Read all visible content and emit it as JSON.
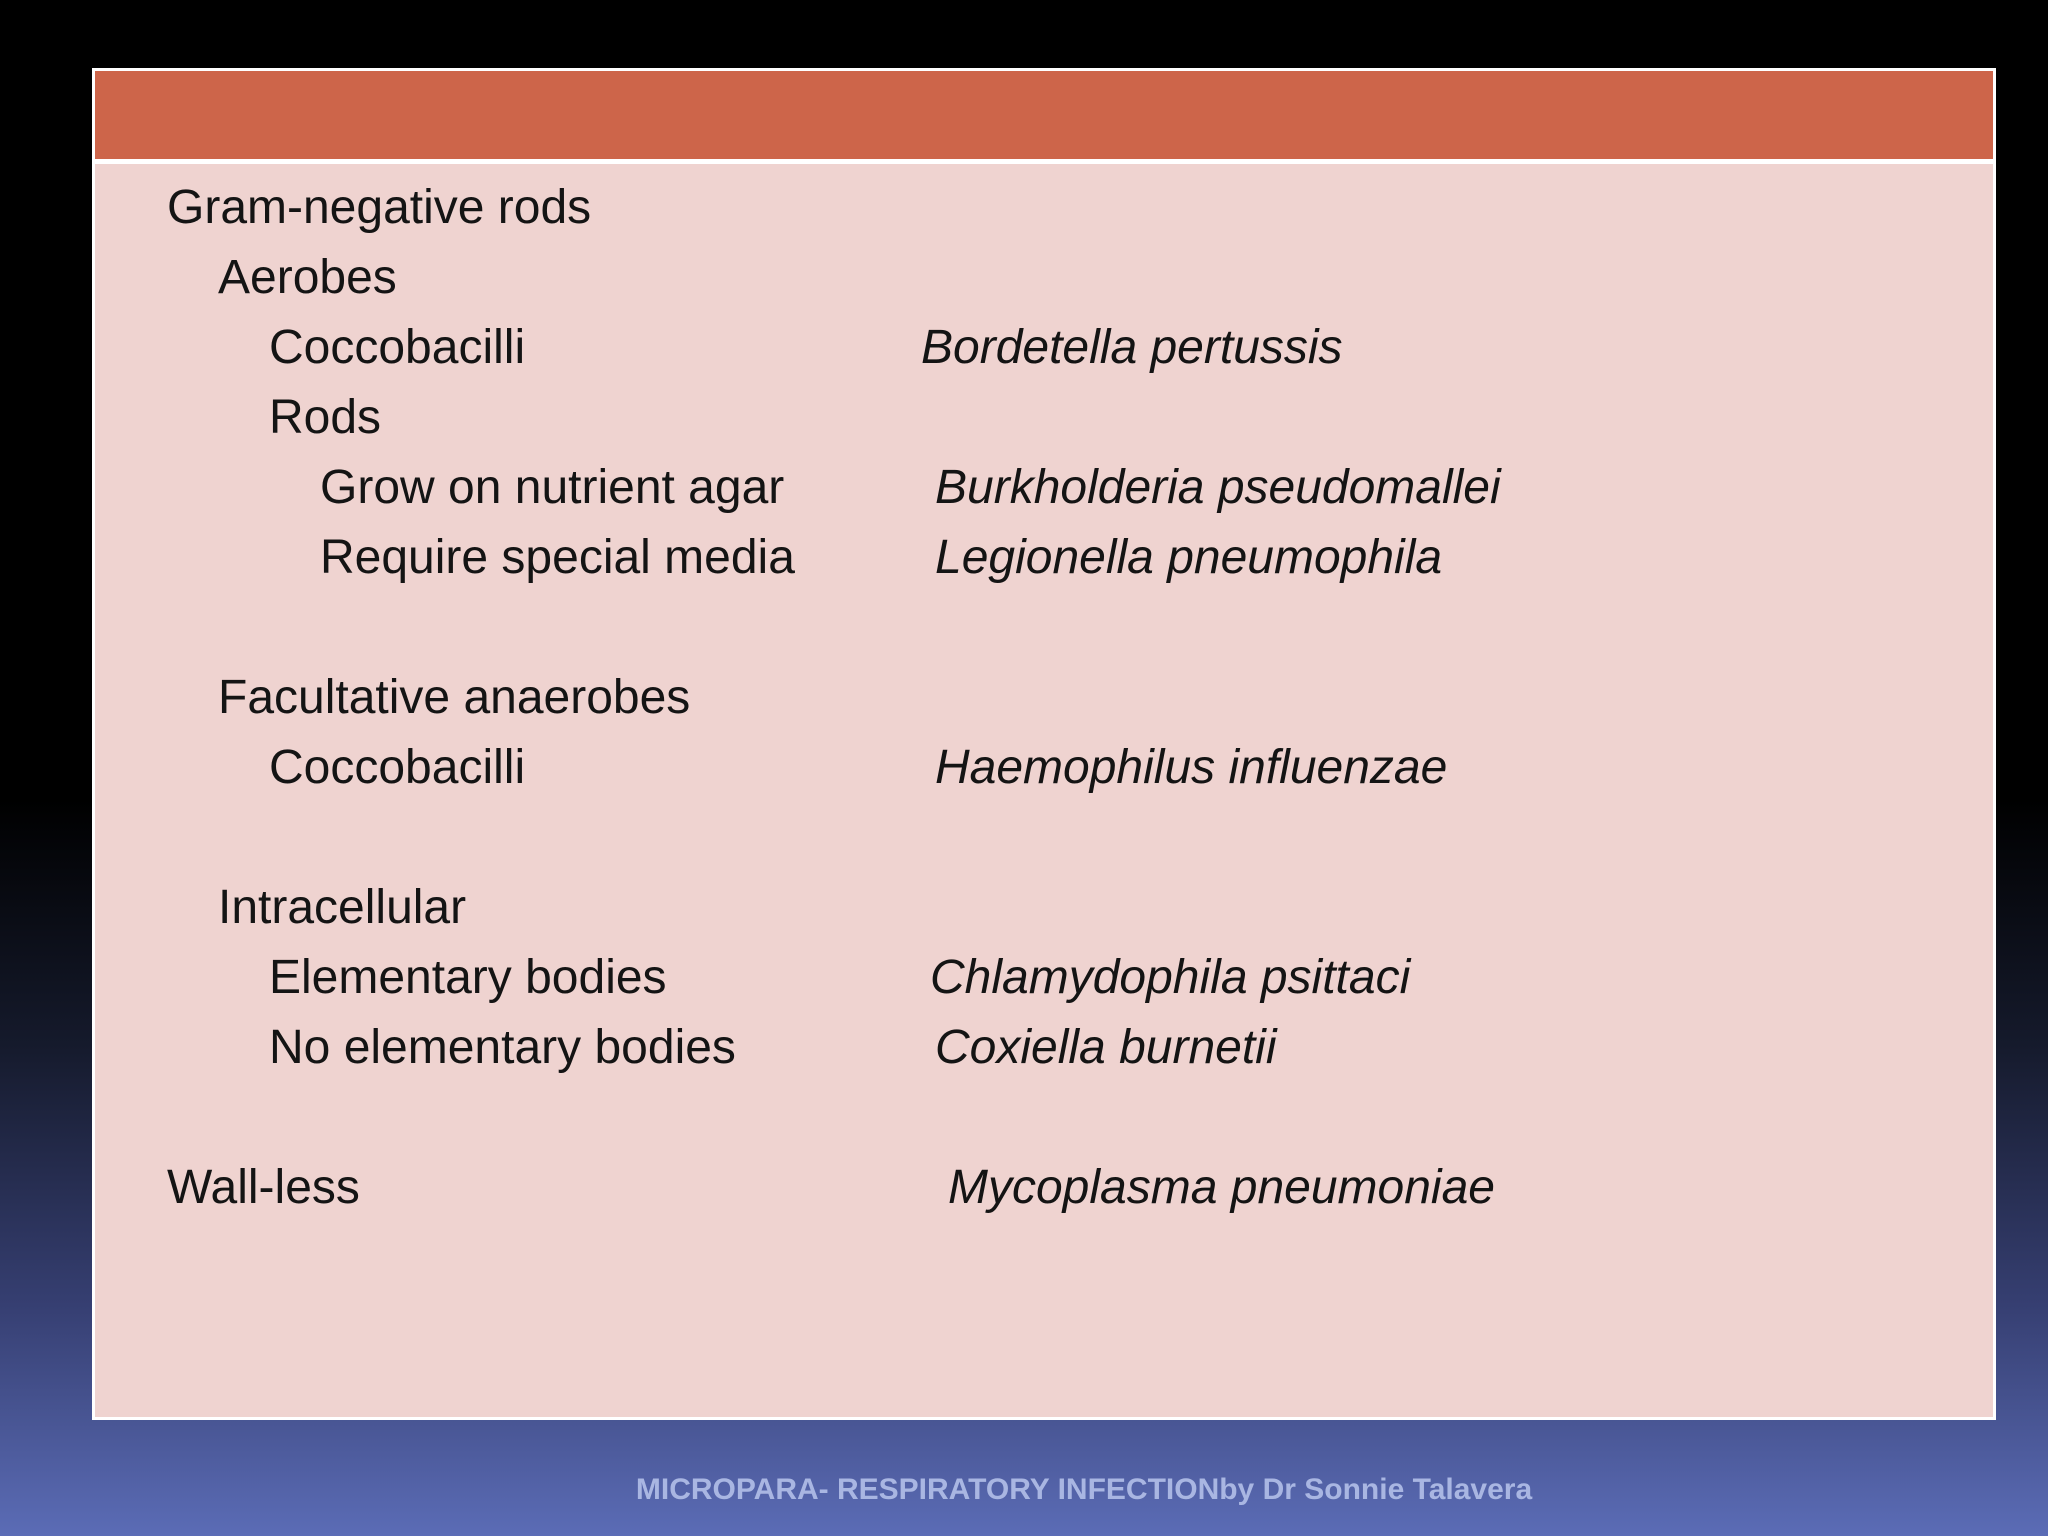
{
  "slide": {
    "rows": [
      {
        "label": "Gram-negative rods",
        "organism": ""
      },
      {
        "label": "Aerobes",
        "organism": ""
      },
      {
        "label": "Coccobacilli",
        "organism": "Bordetella pertussis"
      },
      {
        "label": "Rods",
        "organism": ""
      },
      {
        "label": "Grow on nutrient agar",
        "organism": "Burkholderia pseudomallei"
      },
      {
        "label": "Require special media",
        "organism": "Legionella pneumophila"
      },
      {
        "label": "Facultative anaerobes",
        "organism": ""
      },
      {
        "label": "Coccobacilli",
        "organism": "Haemophilus influenzae"
      },
      {
        "label": "Intracellular",
        "organism": ""
      },
      {
        "label": "Elementary bodies",
        "organism": "Chlamydophila psittaci"
      },
      {
        "label": "No elementary bodies",
        "organism": "Coxiella burnetii"
      },
      {
        "label": "Wall-less",
        "organism": "Mycoplasma pneumoniae"
      }
    ]
  },
  "footer": {
    "text": "MICROPARA- RESPIRATORY INFECTIONby Dr Sonnie Talavera"
  },
  "colors": {
    "header_band": "#cd654a",
    "panel": "#efd3d0"
  }
}
